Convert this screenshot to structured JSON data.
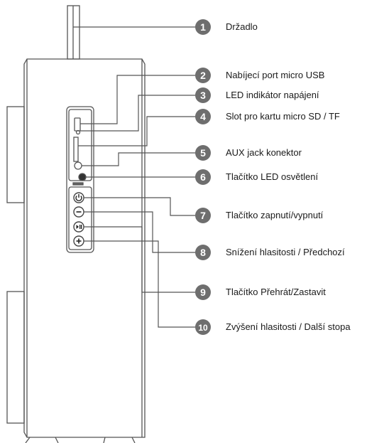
{
  "callouts": [
    {
      "number": "1",
      "label": "Držadlo"
    },
    {
      "number": "2",
      "label": "Nabíjecí port micro USB"
    },
    {
      "number": "3",
      "label": "LED indikátor napájení"
    },
    {
      "number": "4",
      "label": "Slot pro kartu micro SD / TF"
    },
    {
      "number": "5",
      "label": "AUX jack konektor"
    },
    {
      "number": "6",
      "label": "Tlačítko LED osvětlení"
    },
    {
      "number": "7",
      "label": "Tlačítko zapnutí/vypnutí"
    },
    {
      "number": "8",
      "label": "Snížení hlasitosti / Předchozí"
    },
    {
      "number": "9",
      "label": "Tlačítko Přehrát/Zastavit"
    },
    {
      "number": "10",
      "label": "Zvýšení hlasitosti / Další stopa"
    }
  ],
  "colors": {
    "badge": "#6e6e6e",
    "badge_text": "#ffffff",
    "line": "#555555",
    "outline": "#555555"
  },
  "icons": {
    "power": "power-icon",
    "minus": "minus-icon",
    "play_pause": "play-pause-icon",
    "plus": "plus-icon"
  }
}
